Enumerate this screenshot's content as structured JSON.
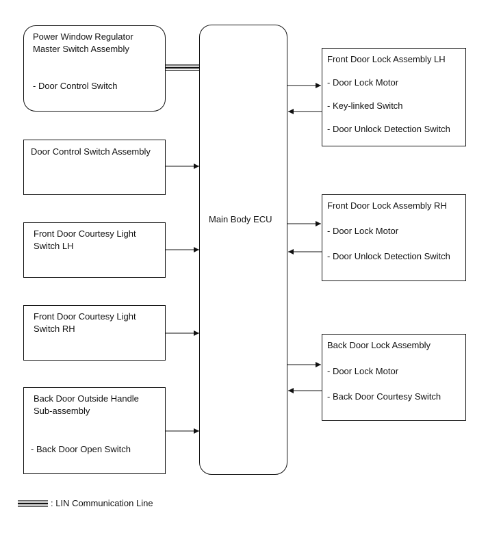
{
  "master_switch": {
    "title_line1": "Power Window Regulator",
    "title_line2": "Master Switch Assembly",
    "item": "- Door Control Switch"
  },
  "door_control_switch": {
    "title": "Door Control Switch Assembly"
  },
  "courtesy_lh": {
    "title_line1": "Front Door Courtesy Light",
    "title_line2": "Switch LH"
  },
  "courtesy_rh": {
    "title_line1": "Front Door Courtesy Light",
    "title_line2": "Switch RH"
  },
  "back_handle": {
    "title_line1": "Back Door Outside Handle",
    "title_line2": "Sub-assembly",
    "item": "- Back Door Open Switch"
  },
  "ecu": {
    "title": "Main Body ECU"
  },
  "front_lh": {
    "title": "Front Door Lock Assembly LH",
    "items": [
      "- Door Lock Motor",
      "- Key-linked Switch",
      "- Door Unlock Detection Switch"
    ]
  },
  "front_rh": {
    "title": "Front Door Lock Assembly RH",
    "items": [
      "- Door Lock Motor",
      "- Door Unlock Detection Switch"
    ]
  },
  "back_lock": {
    "title": "Back Door Lock Assembly",
    "items": [
      "- Door Lock Motor",
      "- Back Door Courtesy Switch"
    ]
  },
  "legend": {
    "label": ": LIN Communication Line"
  }
}
